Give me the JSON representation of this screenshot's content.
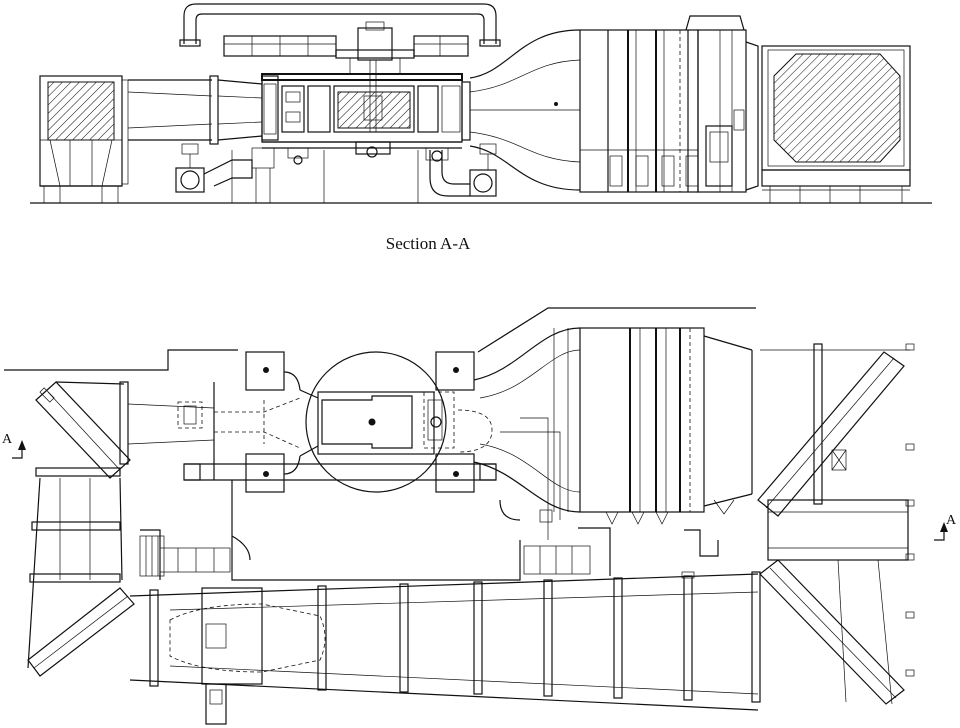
{
  "section_title": "Section A-A",
  "section_marker_left": "A",
  "section_marker_right": "A",
  "colors": {
    "line": "#111111",
    "background": "#ffffff"
  }
}
